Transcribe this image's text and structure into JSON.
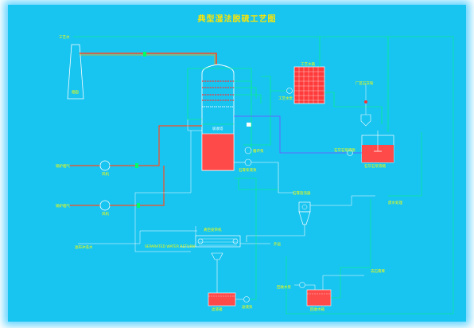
{
  "title": "典型湿法脱硫工艺图",
  "labels": {
    "to_process_top": "工艺水",
    "chimney": "烟囱",
    "process_water_tank": "工艺水箱",
    "process_water_pump": "工艺水泵",
    "limestone_supply": "厂区石灰粉",
    "absorber": "吸收塔",
    "flue_gas_1": "锅炉烟气",
    "fan_1": "风机",
    "flue_gas_2": "锅炉烟气",
    "fan_2": "风机",
    "recycle_pump": "循环泵",
    "slurry_pump": "石膏浆液泵",
    "limestone_pump": "石灰石浆液泵",
    "limestone_tank": "石灰石浆液箱",
    "gypsum_cyclone": "石膏旋流器",
    "to_wastewater": "废水处理",
    "belt_filter": "真空皮带机",
    "outlet_gypsum": "外运",
    "bottom_left_note": "滤布冲洗水",
    "bottom_center_note": "SEPARATED WATER RETURN",
    "filtrate_tank": "滤液箱",
    "filtrate_pump": "滤液泵",
    "recovery_pump": "回收水泵",
    "recovery_tank": "回收水箱",
    "to_gypsum_store": "去石膏库"
  }
}
